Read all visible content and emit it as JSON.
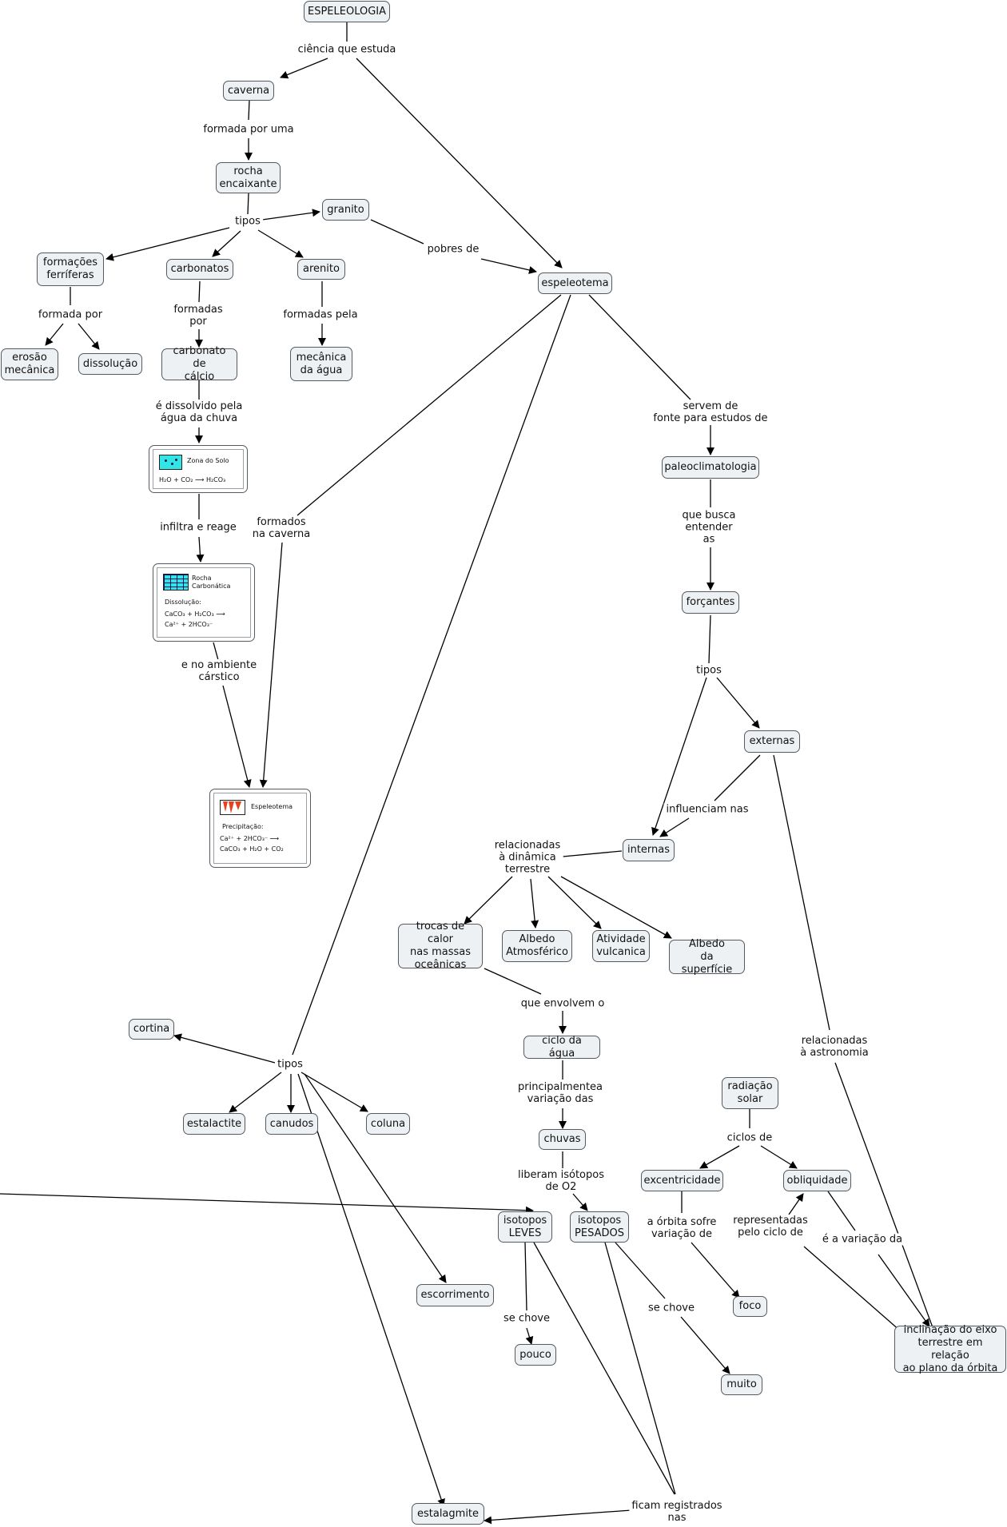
{
  "concepts": {
    "espeleologia": "ESPELEOLOGIA",
    "caverna": "caverna",
    "rocha_encaixante": "rocha\nencaixante",
    "granito": "granito",
    "formacoes_ferriferas": "formações\nferríferas",
    "carbonatos": "carbonatos",
    "arenito": "arenito",
    "espeleotema": "espeleotema",
    "erosao_mecanica": "erosão\nmecânica",
    "dissolucao": "dissolução",
    "carbonato_calcio": "carbonato de\ncálcio",
    "mecanica_agua": "mecânica\nda água",
    "paleoclimatologia": "paleoclimatologia",
    "forcantes": "forçantes",
    "externas": "externas",
    "internas": "internas",
    "trocas_calor": "trocas de calor\nnas massas\noceânicas",
    "albedo_atmosferico": "Albedo\nAtmosférico",
    "atividade_vulcanica": "Atividade\nvulcanica",
    "albedo_superficie": "Albedo\nda superfície",
    "ciclo_agua": "ciclo da água",
    "chuvas": "chuvas",
    "isotopos_leves": "isotopos\nLEVES",
    "isotopos_pesados": "isotopos\nPESADOS",
    "pouco": "pouco",
    "muito": "muito",
    "radiacao_solar": "radiação\nsolar",
    "excentricidade": "excentricidade",
    "obliquidade": "obliquidade",
    "foco": "foco",
    "inclinacao": "inclinação do eixo\nterrestre em relação\nao plano da órbita",
    "cortina": "cortina",
    "estalactite": "estalactite",
    "canudos": "canudos",
    "coluna": "coluna",
    "escorrimento": "escorrimento",
    "estalagmite": "estalagmite"
  },
  "links": {
    "ciencia_que_estuda": "ciência que estuda",
    "formada_por_uma": "formada por uma",
    "tipos_rocha": "tipos",
    "pobres_de": "pobres de",
    "formada_por": "formada por",
    "formadas_por": "formadas\npor",
    "formadas_pela": "formadas pela",
    "dissolvido_chuva": "é dissolvido pela\nágua da chuva",
    "infiltra_reage": "infiltra e reage",
    "ambiente_carstico": "e no ambiente\ncárstico",
    "formados_caverna": "formados\nna caverna",
    "servem_fonte": "servem de\nfonte para estudos de",
    "que_busca": "que busca\nentender\nas",
    "tipos_forcantes": "tipos",
    "influenciam_nas": "influenciam nas",
    "dinamica_terrestre": "relacionadas\nà dinâmica\nterrestre",
    "que_envolvem": "que envolvem o",
    "principalmente": "principalmentea\nvariação das",
    "liberam_isotopos": "liberam isótopos\nde O2",
    "se_chove_leves": "se chove",
    "se_chove_pesados": "se chove",
    "ficam_registrados": "ficam registrados\nnas",
    "astronomia": "relacionadas\nà astronomia",
    "ciclos_de": "ciclos de",
    "orbita_sofre": "a órbita sofre\nvariação de",
    "representadas": "representadas\npelo ciclo de",
    "variacao_da": "é a variação da",
    "tipos_espeleotema": "tipos"
  },
  "figures": {
    "zona_solo": {
      "title": "Zona do Solo",
      "equation": "H₂O + CO₂ ⟶ H₂CO₃"
    },
    "rocha_carbonatica": {
      "title": "Rocha\nCarbonática",
      "subtitle": "Dissolução:",
      "line1": "CaCO₃  + H₂CO₃ ⟶",
      "line2": "Ca²⁺  + 2HCO₃⁻"
    },
    "espeleotema_fig": {
      "title": "Espeleotema",
      "subtitle": "Precipitação:",
      "line1": "Ca²⁺  + 2HCO₃⁻ ⟶",
      "line2": "CaCO₃  + H₂O + CO₂"
    }
  },
  "colors": {
    "node_fill": "#eef1f3",
    "node_border": "#555b60",
    "line": "#000000",
    "figure_cyan": "#33e6e6",
    "figure_red": "#e8401c"
  }
}
